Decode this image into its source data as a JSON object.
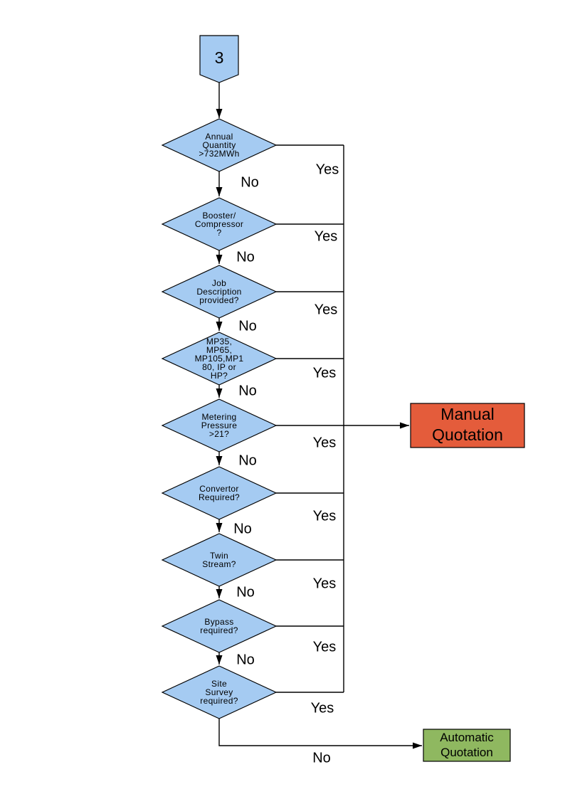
{
  "flowchart": {
    "connector": {
      "label": "3"
    },
    "decisions": [
      {
        "id": "annual-quantity",
        "label": "Annual\nQuantity\n>732MWh",
        "yes": "Yes",
        "no": "No"
      },
      {
        "id": "booster-compressor",
        "label": "Booster/\nCompressor\n?",
        "yes": "Yes",
        "no": "No"
      },
      {
        "id": "job-description",
        "label": "Job\nDescription\nprovided?",
        "yes": "Yes",
        "no": "No"
      },
      {
        "id": "mp-models",
        "label": "MP35,\nMP65,\nMP105,MP1\n80, IP or\nHP?",
        "yes": "Yes",
        "no": "No"
      },
      {
        "id": "metering-pressure",
        "label": "Metering\nPressure\n>21?",
        "yes": "Yes",
        "no": "No"
      },
      {
        "id": "convertor-required",
        "label": "Convertor\nRequired?",
        "yes": "Yes",
        "no": "No"
      },
      {
        "id": "twin-stream",
        "label": "Twin\nStream?",
        "yes": "Yes",
        "no": "No"
      },
      {
        "id": "bypass-required",
        "label": "Bypass\nrequired?",
        "yes": "Yes",
        "no": "No"
      },
      {
        "id": "site-survey",
        "label": "Site\nSurvey\nrequired?",
        "yes": "Yes",
        "no": "No"
      }
    ],
    "outcomes": {
      "manual": {
        "label": "Manual\nQuotation"
      },
      "automatic": {
        "label": "Automatic\nQuotation"
      }
    },
    "colors": {
      "decision_fill": "#A5CBF2",
      "manual_fill": "#E45C3B",
      "automatic_fill": "#8FB860",
      "line": "#000000"
    }
  }
}
